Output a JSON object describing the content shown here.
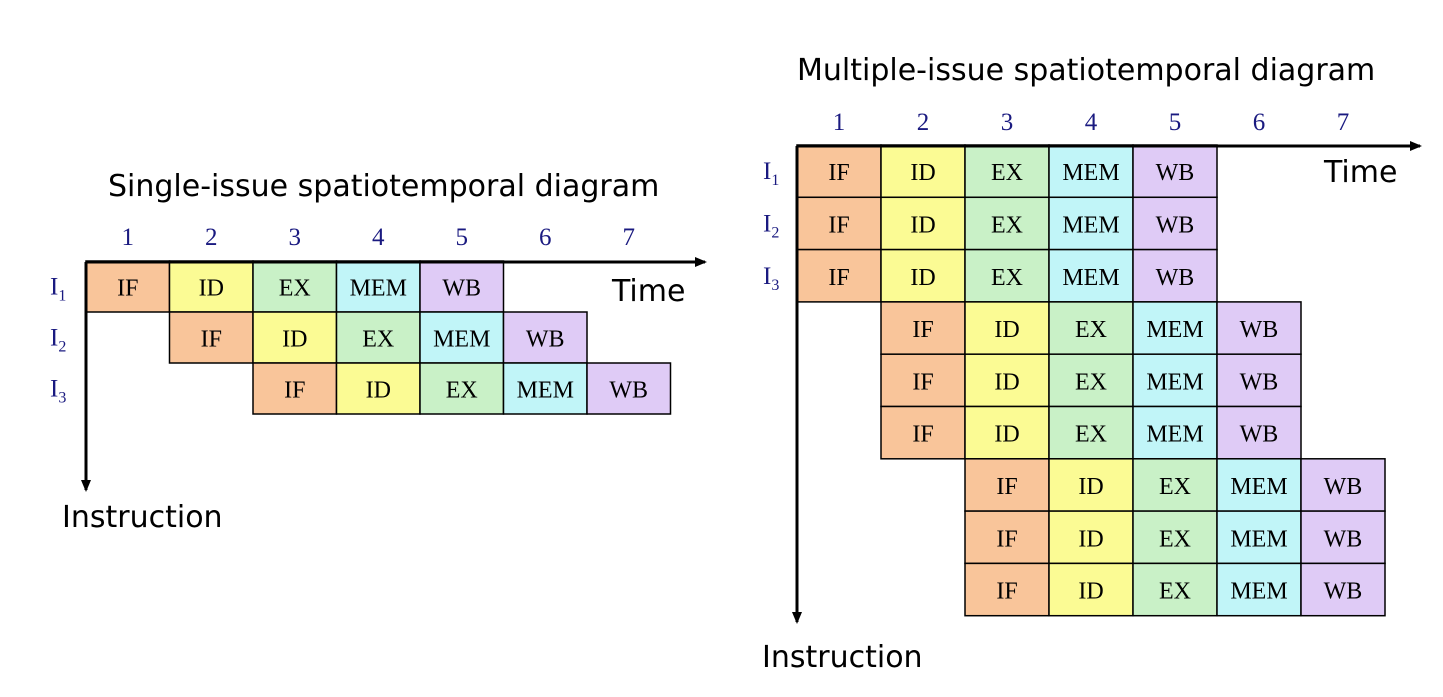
{
  "colors": {
    "IF": "#f9c59a",
    "ID": "#fbfb94",
    "EX": "#c9f1c7",
    "MEM": "#c1f5f8",
    "WB": "#dfcbf6"
  },
  "single": {
    "title": "Single-issue spatiotemporal diagram",
    "time_label": "Time",
    "instruction_label": "Instruction",
    "time_ticks": [
      "1",
      "2",
      "3",
      "4",
      "5",
      "6",
      "7"
    ],
    "instructions": [
      {
        "label": "I",
        "sub": "1",
        "start": 1,
        "stages": [
          "IF",
          "ID",
          "EX",
          "MEM",
          "WB"
        ]
      },
      {
        "label": "I",
        "sub": "2",
        "start": 2,
        "stages": [
          "IF",
          "ID",
          "EX",
          "MEM",
          "WB"
        ]
      },
      {
        "label": "I",
        "sub": "3",
        "start": 3,
        "stages": [
          "IF",
          "ID",
          "EX",
          "MEM",
          "WB"
        ]
      }
    ]
  },
  "multiple": {
    "title": "Multiple-issue spatiotemporal diagram",
    "time_label": "Time",
    "instruction_label": "Instruction",
    "time_ticks": [
      "1",
      "2",
      "3",
      "4",
      "5",
      "6",
      "7"
    ],
    "instructions": [
      {
        "label": "I",
        "sub": "1",
        "start": 1,
        "stages": [
          "IF",
          "ID",
          "EX",
          "MEM",
          "WB"
        ]
      },
      {
        "label": "I",
        "sub": "2",
        "start": 1,
        "stages": [
          "IF",
          "ID",
          "EX",
          "MEM",
          "WB"
        ]
      },
      {
        "label": "I",
        "sub": "3",
        "start": 1,
        "stages": [
          "IF",
          "ID",
          "EX",
          "MEM",
          "WB"
        ]
      },
      {
        "label": "",
        "sub": "",
        "start": 2,
        "stages": [
          "IF",
          "ID",
          "EX",
          "MEM",
          "WB"
        ]
      },
      {
        "label": "",
        "sub": "",
        "start": 2,
        "stages": [
          "IF",
          "ID",
          "EX",
          "MEM",
          "WB"
        ]
      },
      {
        "label": "",
        "sub": "",
        "start": 2,
        "stages": [
          "IF",
          "ID",
          "EX",
          "MEM",
          "WB"
        ]
      },
      {
        "label": "",
        "sub": "",
        "start": 3,
        "stages": [
          "IF",
          "ID",
          "EX",
          "MEM",
          "WB"
        ]
      },
      {
        "label": "",
        "sub": "",
        "start": 3,
        "stages": [
          "IF",
          "ID",
          "EX",
          "MEM",
          "WB"
        ]
      },
      {
        "label": "",
        "sub": "",
        "start": 3,
        "stages": [
          "IF",
          "ID",
          "EX",
          "MEM",
          "WB"
        ]
      }
    ]
  }
}
